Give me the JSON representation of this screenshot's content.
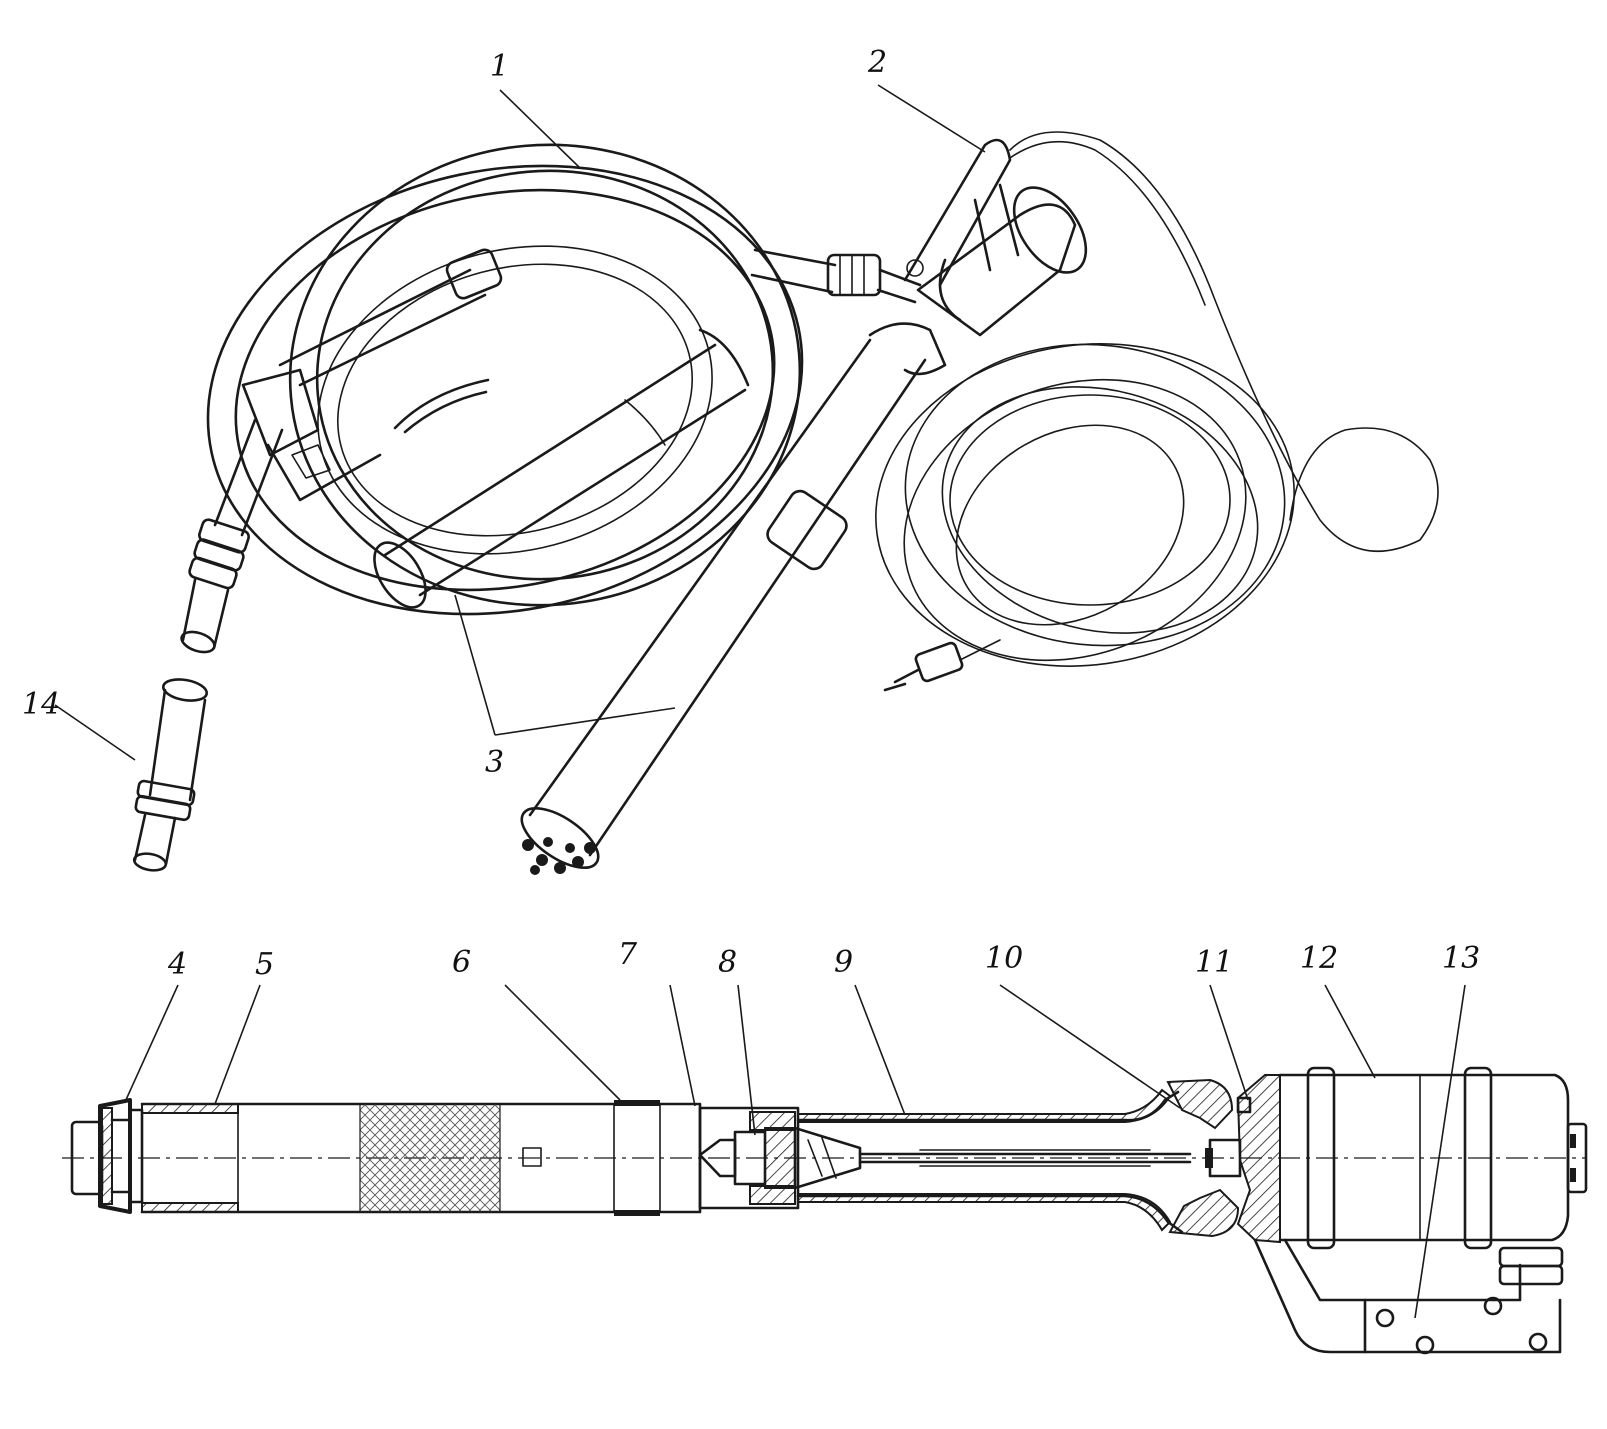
{
  "callouts": [
    {
      "id": "1",
      "text": "1"
    },
    {
      "id": "2",
      "text": "2"
    },
    {
      "id": "3",
      "text": "3"
    },
    {
      "id": "14",
      "text": "14"
    },
    {
      "id": "4",
      "text": "4"
    },
    {
      "id": "5",
      "text": "5"
    },
    {
      "id": "6",
      "text": "6"
    },
    {
      "id": "7",
      "text": "7"
    },
    {
      "id": "8",
      "text": "8"
    },
    {
      "id": "9",
      "text": "9"
    },
    {
      "id": "10",
      "text": "10"
    },
    {
      "id": "11",
      "text": "11"
    },
    {
      "id": "12",
      "text": "12"
    },
    {
      "id": "13",
      "text": "13"
    }
  ],
  "colors": {
    "ink": "#1a1a1a",
    "paper": "#ffffff"
  }
}
